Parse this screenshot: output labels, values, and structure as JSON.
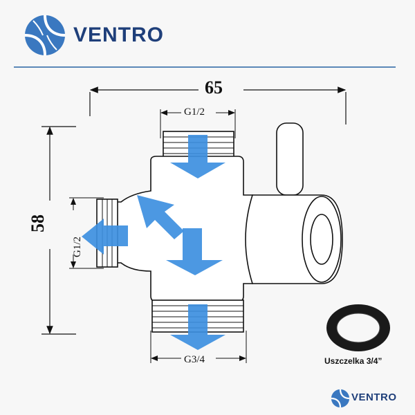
{
  "brand": {
    "name": "VENTRO"
  },
  "dimensions": {
    "width": "65",
    "height": "58",
    "top_thread": "G1/2",
    "left_thread": "G1/2",
    "bottom_thread": "G3/4"
  },
  "gasket": {
    "label": "Uszczelka 3/4”"
  },
  "colors": {
    "brand_blue": "#1f3f7a",
    "accent_blue": "#3d8fe0",
    "line_dark": "#111111"
  }
}
